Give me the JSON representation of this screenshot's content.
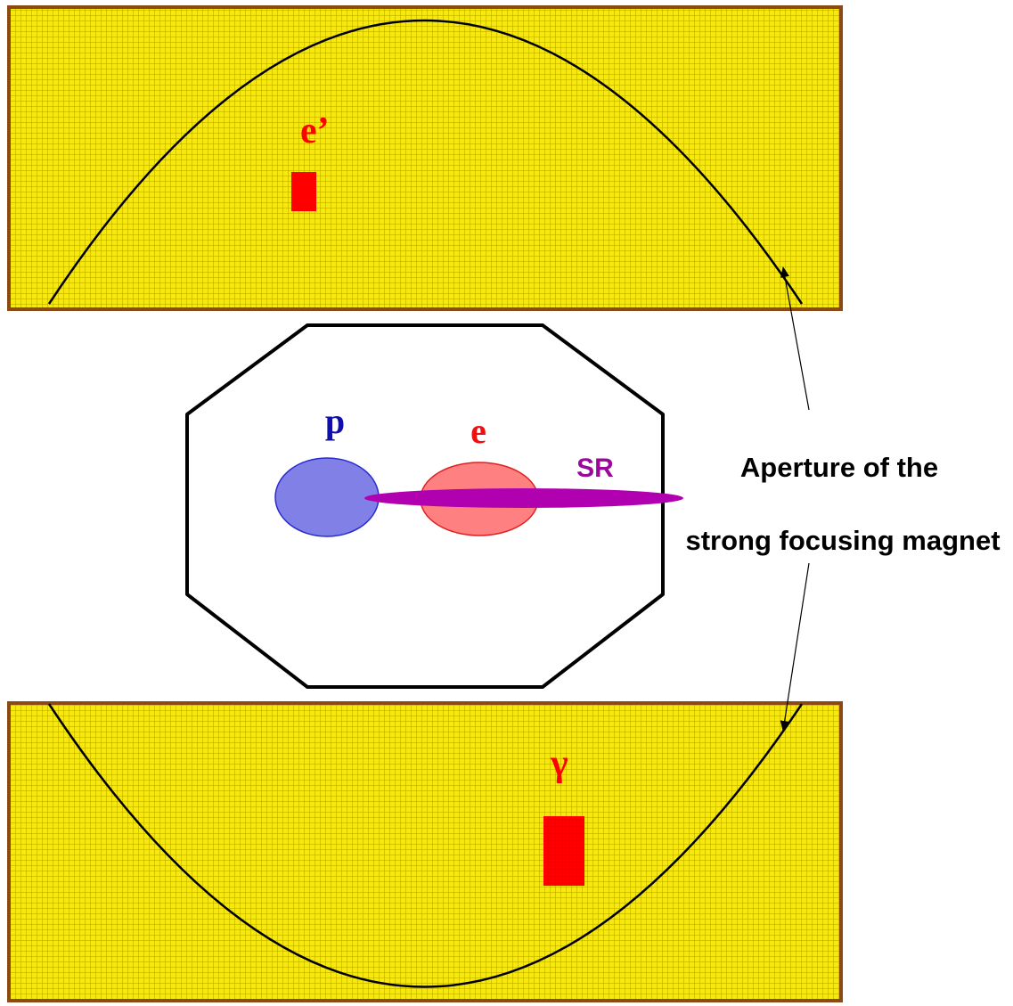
{
  "labels": {
    "scattered_electron": "e’",
    "photon": "γ",
    "proton": "p",
    "electron": "e",
    "synchrotron_radiation": "SR",
    "aperture_line1": "Aperture of the",
    "aperture_line2": "strong focusing magnet"
  },
  "colors": {
    "magnet_fill": "#f7e812",
    "magnet_grid": "#9a7c2a",
    "magnet_border": "#8b4a14",
    "detector_red": "#ff0000",
    "proton_fill": "#8080e6",
    "proton_stroke": "#2a2ad0",
    "proton_text": "#1010a8",
    "electron_fill": "#ff8080",
    "electron_stroke": "#e02020",
    "electron_text": "#ee1010",
    "sr_fill": "#b000b0",
    "sr_text": "#9a0a9a",
    "outline": "#000000",
    "annotation_text": "#000000"
  },
  "icons": {
    "beampipe": "octagon-outline",
    "aperture_arc": "circular-arc",
    "pointer": "arrow"
  }
}
